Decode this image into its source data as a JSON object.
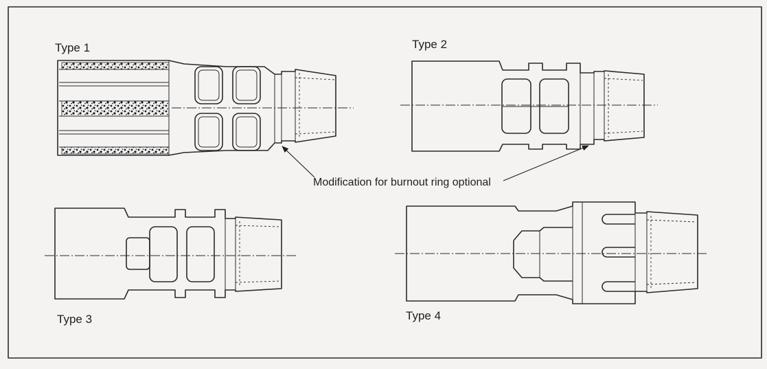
{
  "figure": {
    "labels": {
      "type1": "Type 1",
      "type2": "Type 2",
      "type3": "Type 3",
      "type4": "Type 4"
    },
    "annotation": "Modification for burnout ring optional"
  }
}
